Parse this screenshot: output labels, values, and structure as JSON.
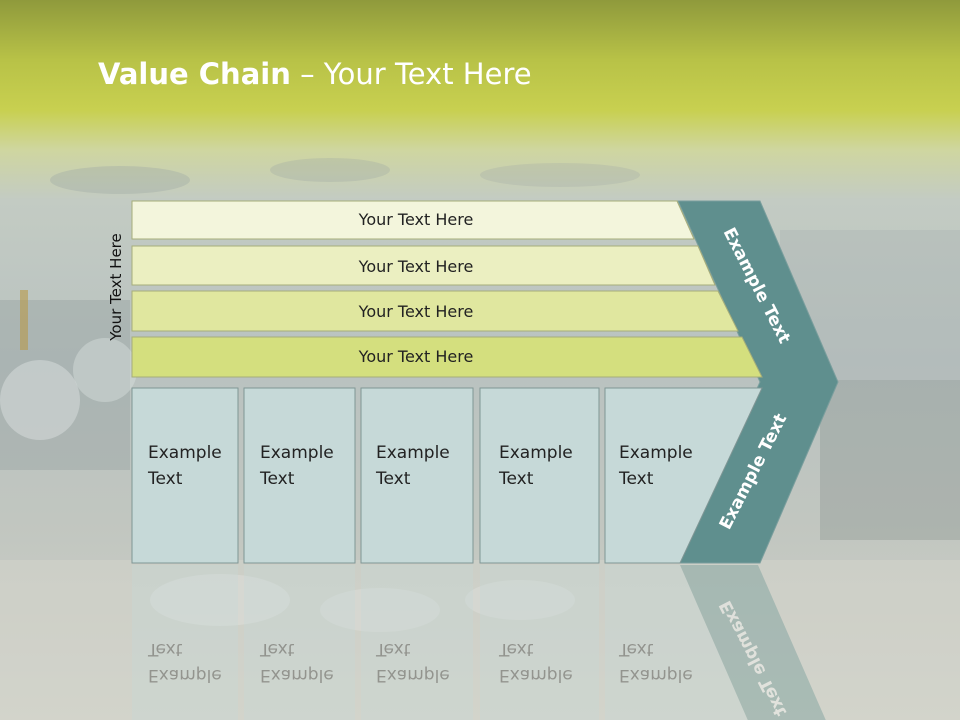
{
  "slide": {
    "title_bold": "Value Chain",
    "title_rest": " – Your Text Here",
    "side_label": "Your Text Here"
  },
  "bars": [
    {
      "label": "Your Text Here",
      "color": "#f3f5dc"
    },
    {
      "label": "Your Text Here",
      "color": "#ebefc1"
    },
    {
      "label": "Your Text Here",
      "color": "#e0e79f"
    },
    {
      "label": "Your Text Here",
      "color": "#d4df7e"
    }
  ],
  "columns": [
    {
      "line1": "Example",
      "line2": "Text"
    },
    {
      "line1": "Example",
      "line2": "Text"
    },
    {
      "line1": "Example",
      "line2": "Text"
    },
    {
      "line1": "Example",
      "line2": "Text"
    },
    {
      "line1": "Example",
      "line2": "Text"
    }
  ],
  "chevron": {
    "upper_label": "Example Text",
    "lower_label": "Example Text",
    "color": "#5f8f8e"
  },
  "colors": {
    "column_fill": "#c6d9d8",
    "column_stroke": "#7f9695"
  }
}
